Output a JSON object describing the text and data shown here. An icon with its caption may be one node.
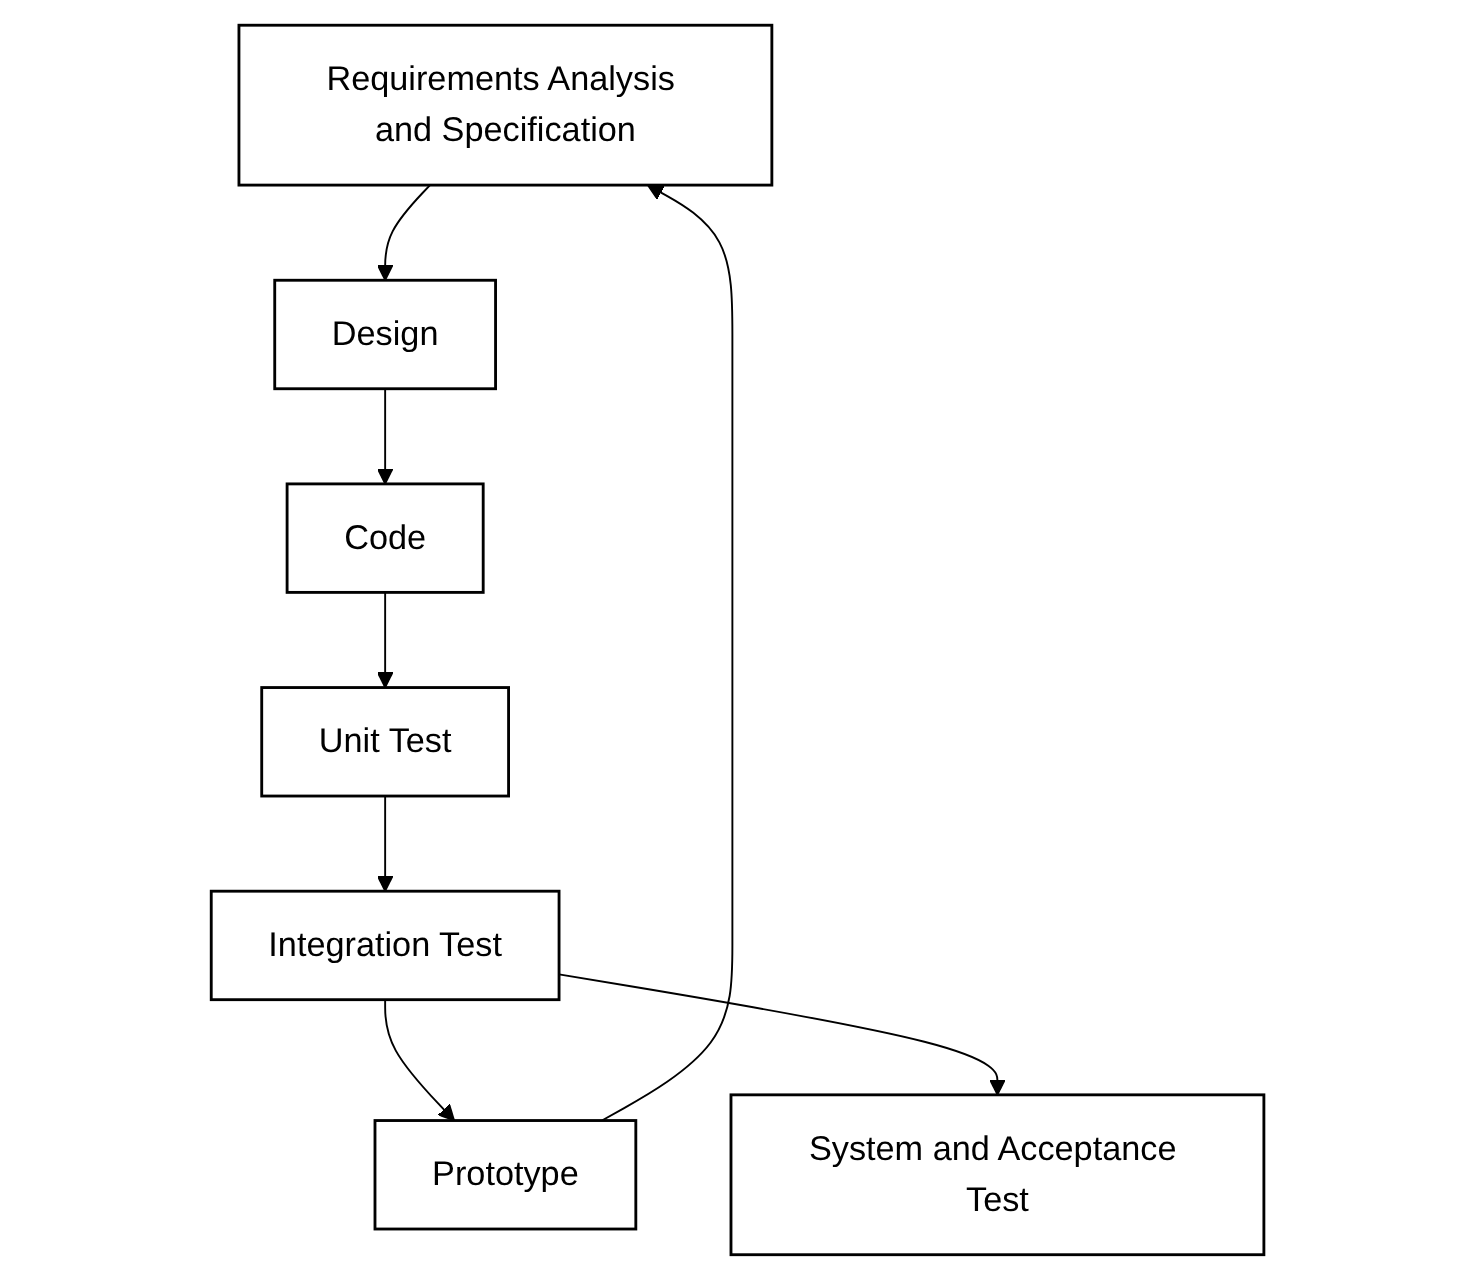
{
  "diagram": {
    "nodes": [
      {
        "text": [
          "Requirements Analysis and Specification"
        ]
      },
      {
        "text": [
          "Design"
        ]
      },
      {
        "text": [
          "Code"
        ]
      },
      {
        "text": [
          "Unit Test"
        ]
      },
      {
        "text": [
          "Integration Test"
        ]
      },
      {
        "text": [
          "System and Acceptance Test"
        ]
      },
      {
        "text": [
          "Prototype"
        ]
      }
    ],
    "edges": [
      {
        "from": 0,
        "to": 1,
        "arrow": "to"
      },
      {
        "from": 1,
        "to": 2,
        "arrow": "to"
      },
      {
        "from": 2,
        "to": 3,
        "arrow": "to"
      },
      {
        "from": 3,
        "to": 4,
        "arrow": "to"
      },
      {
        "from": 4,
        "to": 6,
        "arrow": "to"
      },
      {
        "from": 6,
        "to": 0,
        "arrow": "to"
      },
      {
        "from": 4,
        "to": 5,
        "arrow": "to"
      }
    ]
  }
}
